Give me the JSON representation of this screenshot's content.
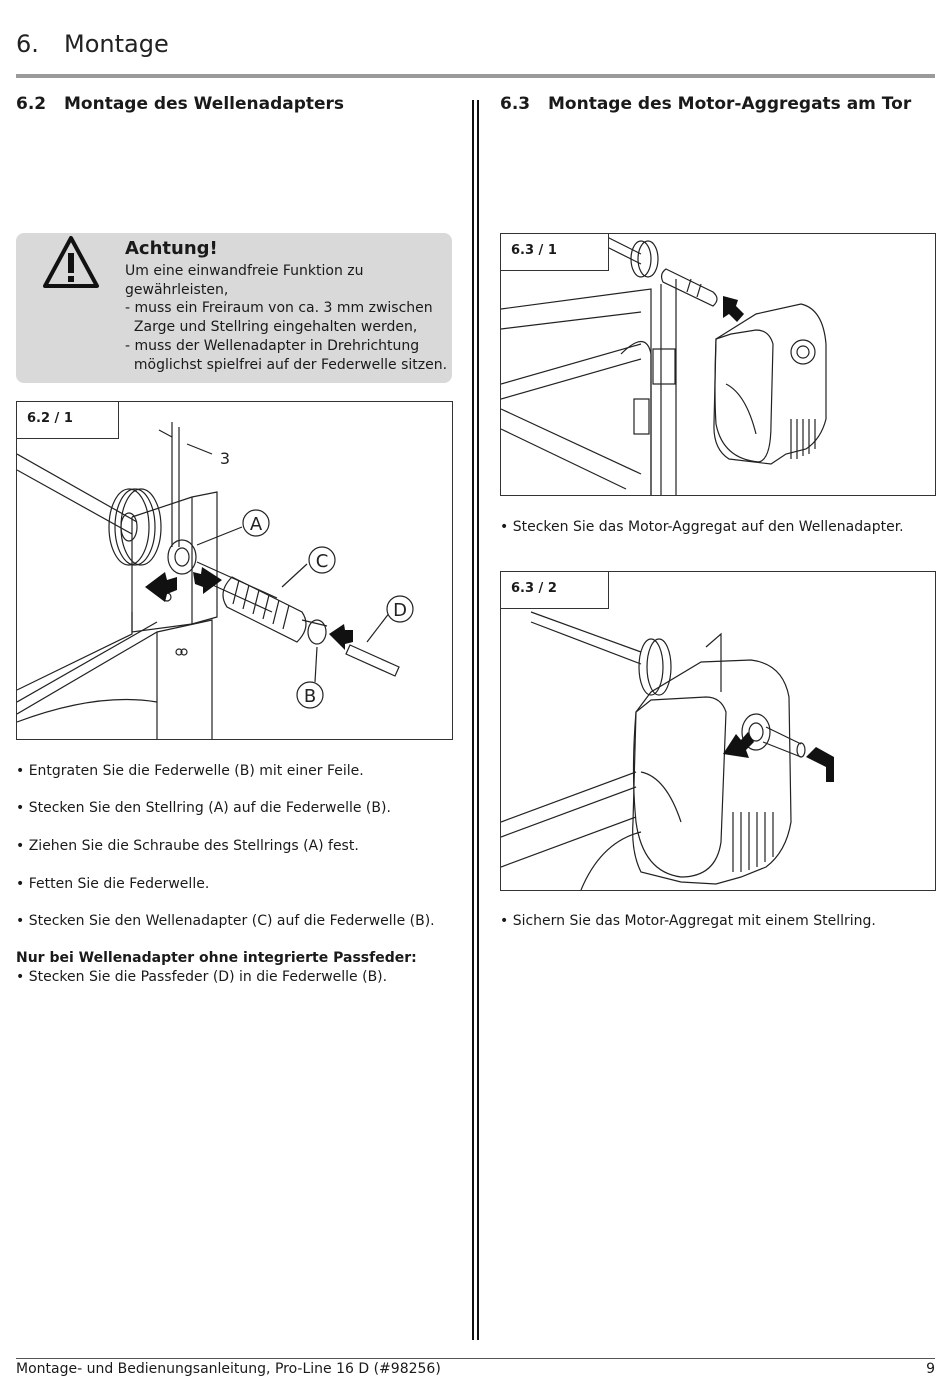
{
  "chapter": {
    "number": "6.",
    "title": "Montage"
  },
  "left": {
    "section": {
      "number": "6.2",
      "title": "Montage des Wellenadapters"
    },
    "warning": {
      "title": "Achtung!",
      "lines": [
        "Um eine einwandfreie Funktion zu",
        "gewährleisten,",
        "- muss ein Freiraum von ca. 3 mm zwischen",
        "  Zarge und Stellring eingehalten werden,",
        "- muss der Wellenadapter in Drehrichtung",
        "  möglichst spielfrei auf der Federwelle sitzen."
      ]
    },
    "figure": {
      "label": "6.2 / 1",
      "callouts": {
        "a": "A",
        "b": "B",
        "c": "C",
        "d": "D",
        "dim": "3"
      }
    },
    "steps": [
      "• Entgraten Sie die Federwelle (B) mit einer Feile.",
      "• Stecken Sie den Stellring (A) auf die Federwelle (B).",
      "• Ziehen Sie die Schraube des Stellrings (A) fest.",
      "• Fetten Sie die Federwelle.",
      "• Stecken Sie den Wellenadapter (C) auf die Federwelle (B)."
    ],
    "note": {
      "heading": "Nur bei Wellenadapter ohne integrierte Passfeder:",
      "text": "• Stecken Sie die Passfeder (D) in die Federwelle (B)."
    }
  },
  "right": {
    "section": {
      "number": "6.3",
      "title": "Montage des Motor-Aggregats am Tor"
    },
    "figure1": {
      "label": "6.3 / 1",
      "caption": "• Stecken Sie das Motor-Aggregat auf den Wellenadapter."
    },
    "figure2": {
      "label": "6.3 / 2",
      "caption": "• Sichern Sie das Motor-Aggregat mit einem Stellring."
    }
  },
  "footer": {
    "text": "Montage- und Bedienungsanleitung, Pro-Line 16 D (#98256)",
    "page": "9"
  }
}
